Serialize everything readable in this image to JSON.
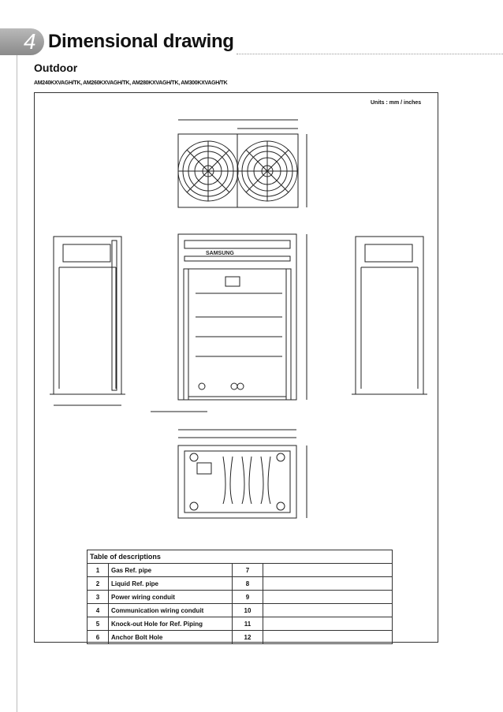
{
  "header": {
    "section_number": "4",
    "title": "Dimensional drawing"
  },
  "subtitle": "Outdoor",
  "models": "AM240KXVAGH/TK, AM260KXVAGH/TK, AM280KXVAGH/TK, AM300KXVAGH/TK",
  "units": "Units : mm / inches",
  "brand_label": "SAMSUNG",
  "table": {
    "title": "Table of descriptions",
    "rows": [
      {
        "no": "1",
        "desc": "Gas Ref. pipe",
        "no2": "7",
        "desc2": ""
      },
      {
        "no": "2",
        "desc": "Liquid Ref. pipe",
        "no2": "8",
        "desc2": ""
      },
      {
        "no": "3",
        "desc": "Power wiring conduit",
        "no2": "9",
        "desc2": ""
      },
      {
        "no": "4",
        "desc": "Communication wiring conduit",
        "no2": "10",
        "desc2": ""
      },
      {
        "no": "5",
        "desc": "Knock-out Hole for Ref. Piping",
        "no2": "11",
        "desc2": ""
      },
      {
        "no": "6",
        "desc": "Anchor Bolt Hole",
        "no2": "12",
        "desc2": ""
      }
    ]
  }
}
